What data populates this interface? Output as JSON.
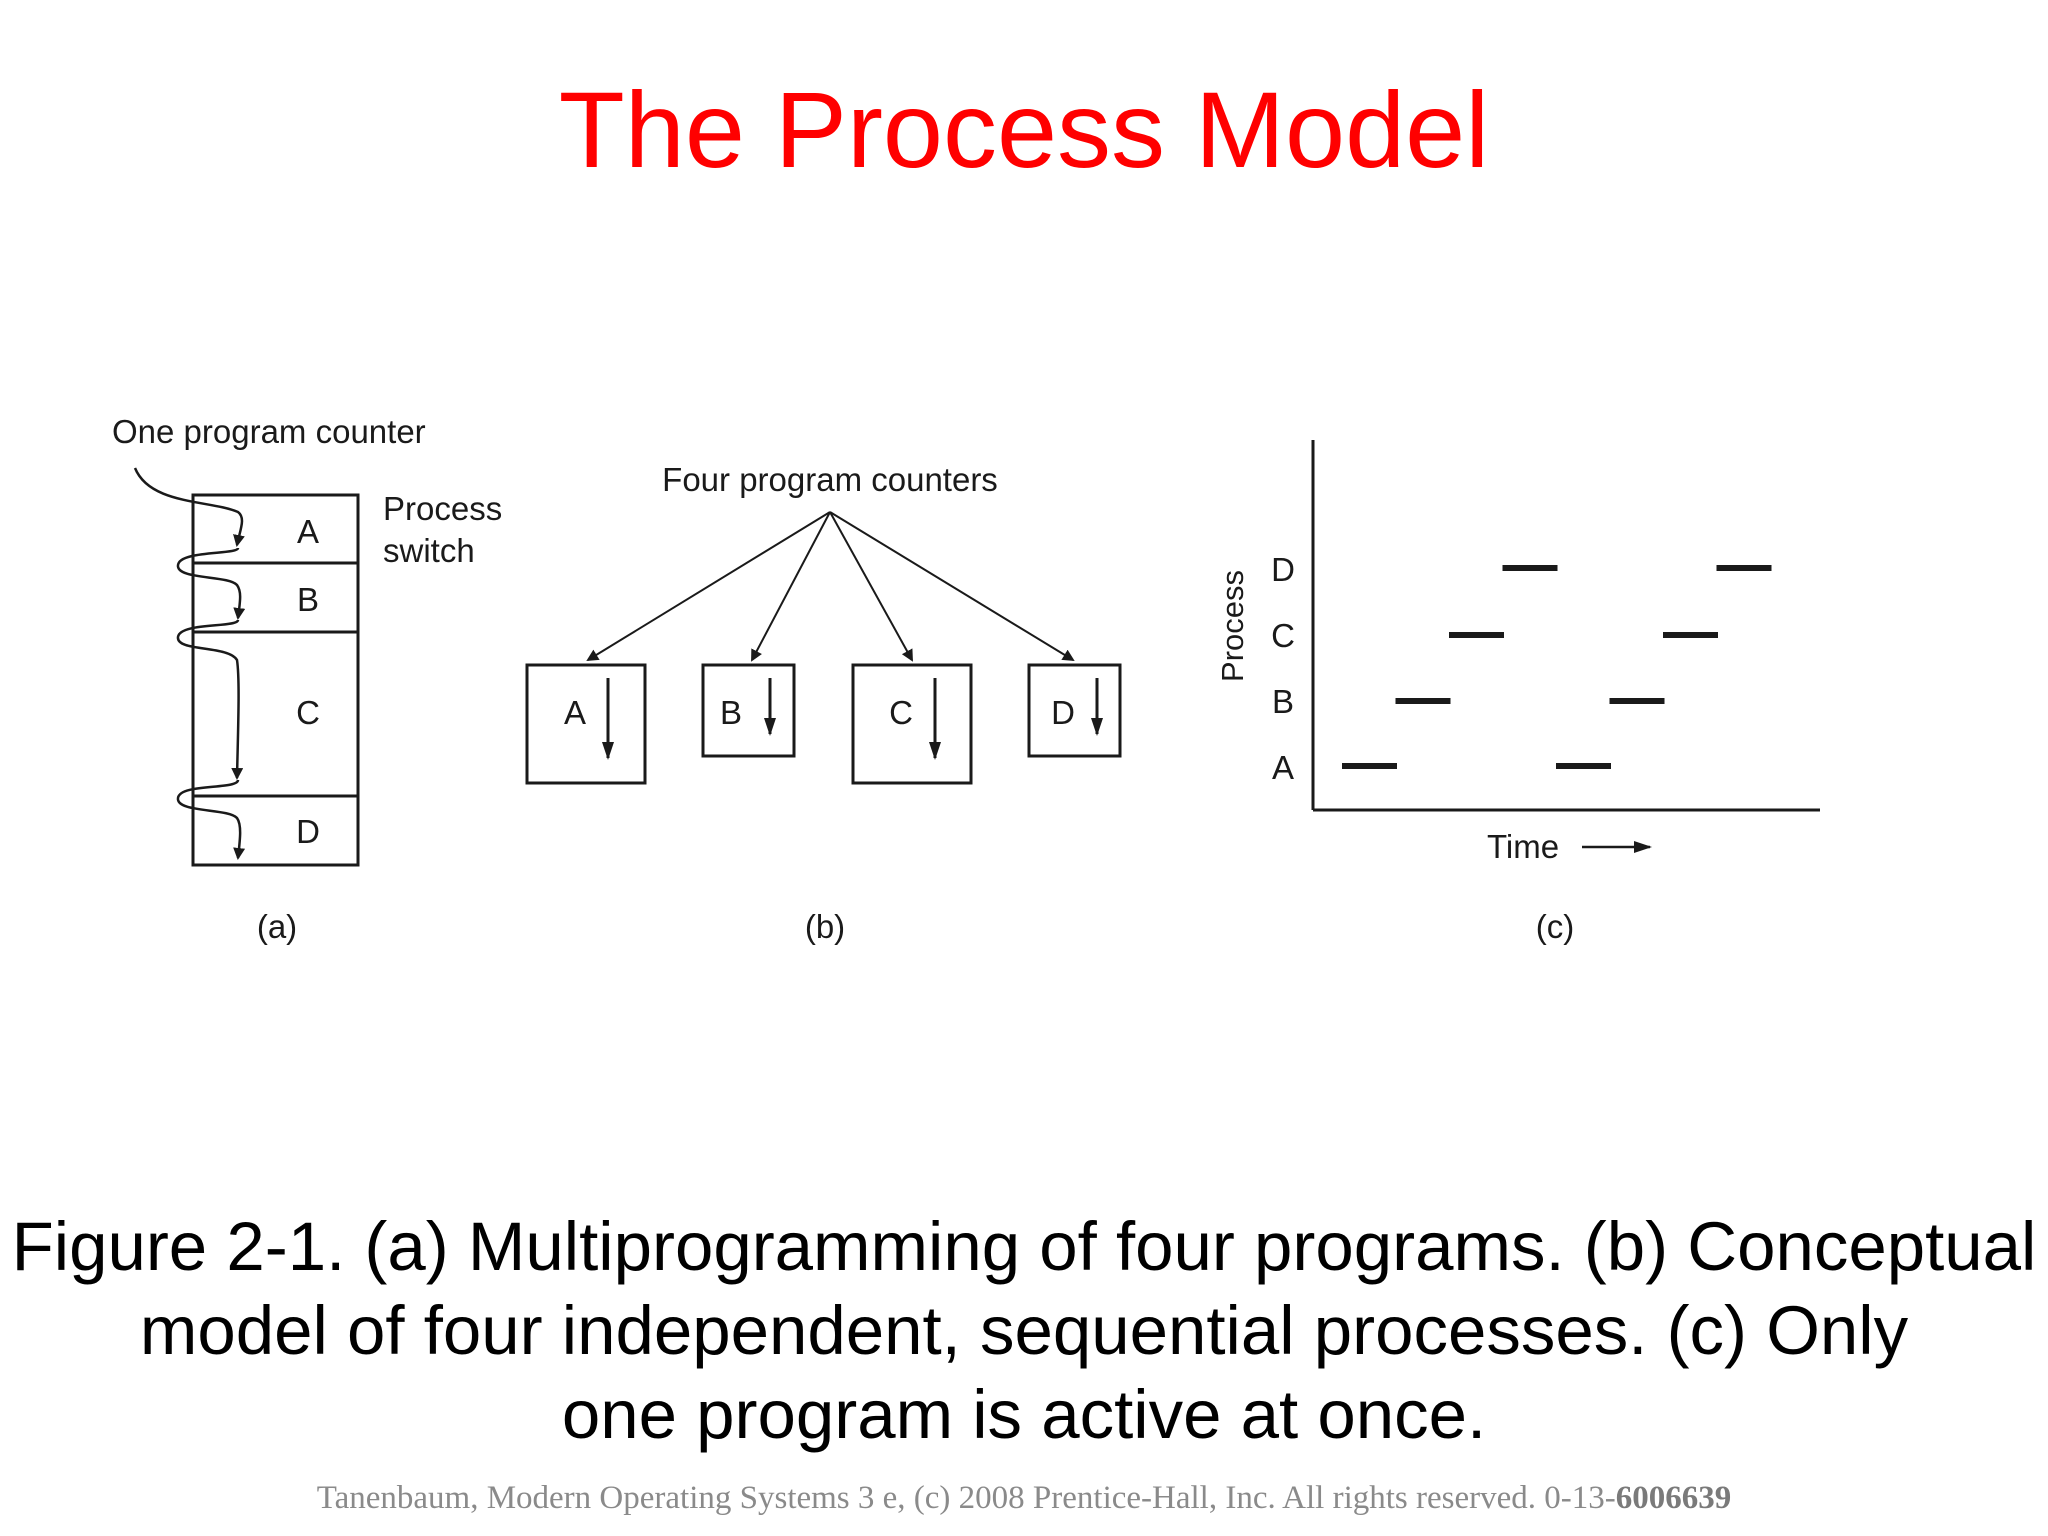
{
  "slide": {
    "title": "The Process Model"
  },
  "figure": {
    "panel_a": {
      "counter_label": "One program counter",
      "switch_label_1": "Process",
      "switch_label_2": "switch",
      "blocks": [
        "A",
        "B",
        "C",
        "D"
      ],
      "caption": "(a)"
    },
    "panel_b": {
      "counters_label": "Four program counters",
      "processes": [
        "A",
        "B",
        "C",
        "D"
      ],
      "caption": "(b)"
    },
    "panel_c": {
      "y_label": "Process",
      "x_label": "Time",
      "processes": [
        "A",
        "B",
        "C",
        "D"
      ],
      "caption": "(c)",
      "schedule": [
        {
          "process": "A",
          "slot": 0
        },
        {
          "process": "B",
          "slot": 1
        },
        {
          "process": "C",
          "slot": 2
        },
        {
          "process": "D",
          "slot": 3
        },
        {
          "process": "A",
          "slot": 4
        },
        {
          "process": "B",
          "slot": 5
        },
        {
          "process": "C",
          "slot": 6
        },
        {
          "process": "D",
          "slot": 7
        }
      ]
    }
  },
  "caption": {
    "line1": "Figure 2-1. (a) Multiprogramming of four programs. (b) Conceptual",
    "line2": "model of four independent, sequential processes. (c) Only",
    "line3": "one program is active at once."
  },
  "footer": {
    "text": "Tanenbaum, Modern Operating Systems 3 e, (c) 2008 Prentice-Hall, Inc. All rights reserved. 0-13-",
    "isbn_bold": "6006639"
  },
  "colors": {
    "title": "#ff0000",
    "footer": "#8a8a8a"
  }
}
